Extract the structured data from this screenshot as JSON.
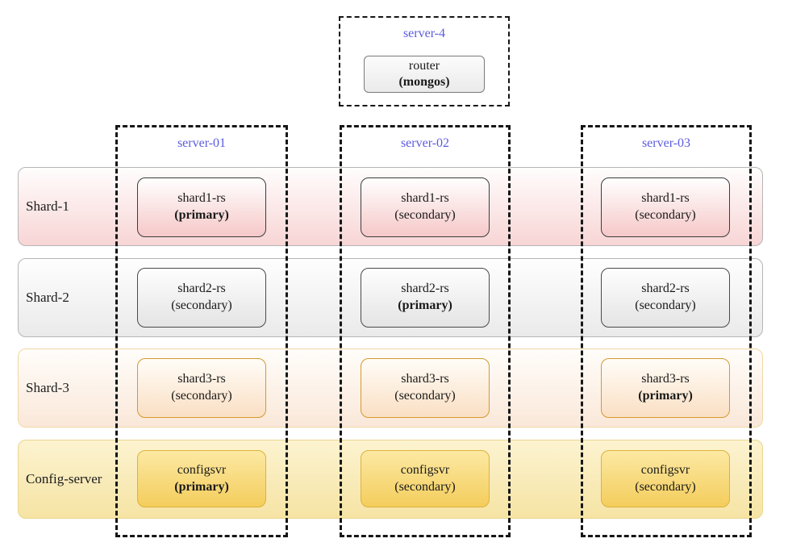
{
  "colors": {
    "server_label": "#5b5be0",
    "dashed_border": "#161616",
    "shard1_accent": "#f6c8c8",
    "shard2_accent": "#e4e4e4",
    "shard3_accent": "#fadfc3",
    "config_accent": "#f4cd5c",
    "text": "#1a1a1a"
  },
  "router_group": {
    "server_label": "server-4",
    "node": {
      "name": "router",
      "role": "(mongos)",
      "role_bold": true
    }
  },
  "server_columns": [
    {
      "label": "server-01"
    },
    {
      "label": "server-02"
    },
    {
      "label": "server-03"
    }
  ],
  "rows": [
    {
      "label": "Shard-1",
      "nodes": [
        {
          "name": "shard1-rs",
          "role": "(primary)",
          "role_bold": true
        },
        {
          "name": "shard1-rs",
          "role": "(secondary)",
          "role_bold": false
        },
        {
          "name": "shard1-rs",
          "role": "(secondary)",
          "role_bold": false
        }
      ]
    },
    {
      "label": "Shard-2",
      "nodes": [
        {
          "name": "shard2-rs",
          "role": "(secondary)",
          "role_bold": false
        },
        {
          "name": "shard2-rs",
          "role": "(primary)",
          "role_bold": true
        },
        {
          "name": "shard2-rs",
          "role": "(secondary)",
          "role_bold": false
        }
      ]
    },
    {
      "label": "Shard-3",
      "nodes": [
        {
          "name": "shard3-rs",
          "role": "(secondary)",
          "role_bold": false
        },
        {
          "name": "shard3-rs",
          "role": "(secondary)",
          "role_bold": false
        },
        {
          "name": "shard3-rs",
          "role": "(primary)",
          "role_bold": true
        }
      ]
    },
    {
      "label": "Config-server",
      "nodes": [
        {
          "name": "configsvr",
          "role": "(primary)",
          "role_bold": true
        },
        {
          "name": "configsvr",
          "role": "(secondary)",
          "role_bold": false
        },
        {
          "name": "configsvr",
          "role": "(secondary)",
          "role_bold": false
        }
      ]
    }
  ]
}
